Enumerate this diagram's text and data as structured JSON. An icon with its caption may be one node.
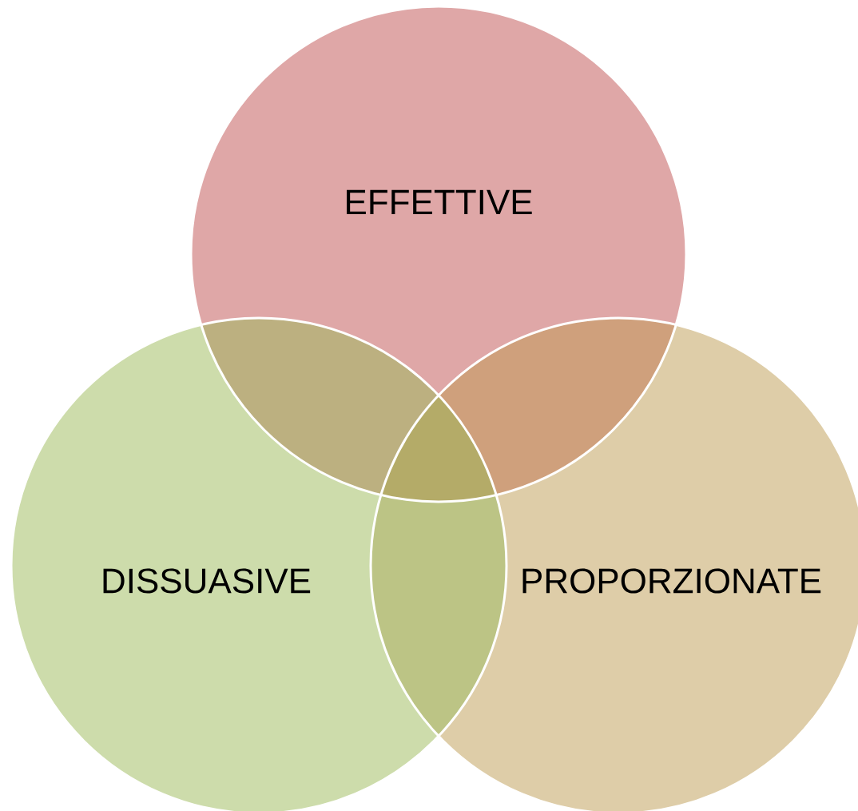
{
  "diagram": {
    "nodes": [
      {
        "text": [
          "EFFETTIVE"
        ]
      },
      {
        "text": [
          "DISSUASIVE"
        ]
      },
      {
        "text": [
          "PROPORZIONATE"
        ]
      }
    ]
  }
}
